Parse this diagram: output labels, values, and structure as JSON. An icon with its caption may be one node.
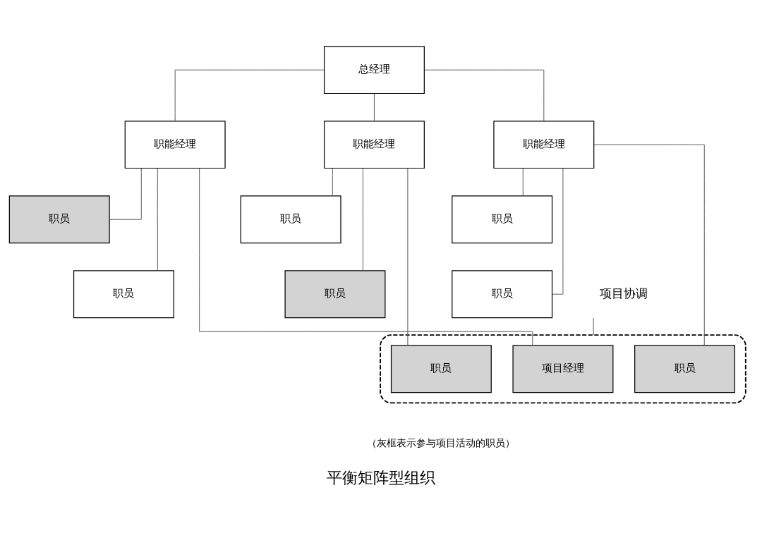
{
  "diagram": {
    "caption": "平衡矩阵型组织",
    "nodes": [
      {
        "text": [
          "总经理"
        ]
      },
      {
        "text": [
          "职能经理"
        ]
      },
      {
        "text": [
          "职能经理"
        ]
      },
      {
        "text": [
          "职能经理"
        ]
      },
      {
        "text": [
          "职员"
        ]
      },
      {
        "text": [
          "职员"
        ]
      },
      {
        "text": [
          "职员"
        ]
      },
      {
        "text": [
          "职员"
        ]
      },
      {
        "text": [
          "职员"
        ]
      },
      {
        "text": [
          "职员"
        ]
      },
      {
        "text": [],
        "shape": "box"
      },
      {
        "text": [
          "项目经理"
        ],
        "in": 10
      },
      {
        "text": [
          "职员"
        ],
        "in": 10
      },
      {
        "text": [
          "职员"
        ],
        "in": 10
      },
      {
        "text": [
          "项目协调"
        ]
      }
    ],
    "edges": [
      {
        "from": 0,
        "to": 1,
        "arrow": "none"
      },
      {
        "from": 0,
        "to": 2,
        "arrow": "none"
      },
      {
        "from": 0,
        "to": 3,
        "arrow": "none"
      },
      {
        "from": 1,
        "to": 4,
        "arrow": "none"
      },
      {
        "from": 1,
        "to": 7,
        "arrow": "none"
      },
      {
        "from": 1,
        "to": 11,
        "arrow": "none"
      },
      {
        "from": 2,
        "to": 5,
        "arrow": "none"
      },
      {
        "from": 2,
        "to": 8,
        "arrow": "none"
      },
      {
        "from": 2,
        "to": 12,
        "arrow": "none"
      },
      {
        "from": 3,
        "to": 6,
        "arrow": "none"
      },
      {
        "from": 3,
        "to": 9,
        "arrow": "none"
      },
      {
        "from": 3,
        "to": 13,
        "arrow": "none"
      },
      {
        "from": 14,
        "to": 10,
        "arrow": "none"
      }
    ],
    "labels": [
      "（灰框表示参与项目活动的职员）"
    ]
  }
}
